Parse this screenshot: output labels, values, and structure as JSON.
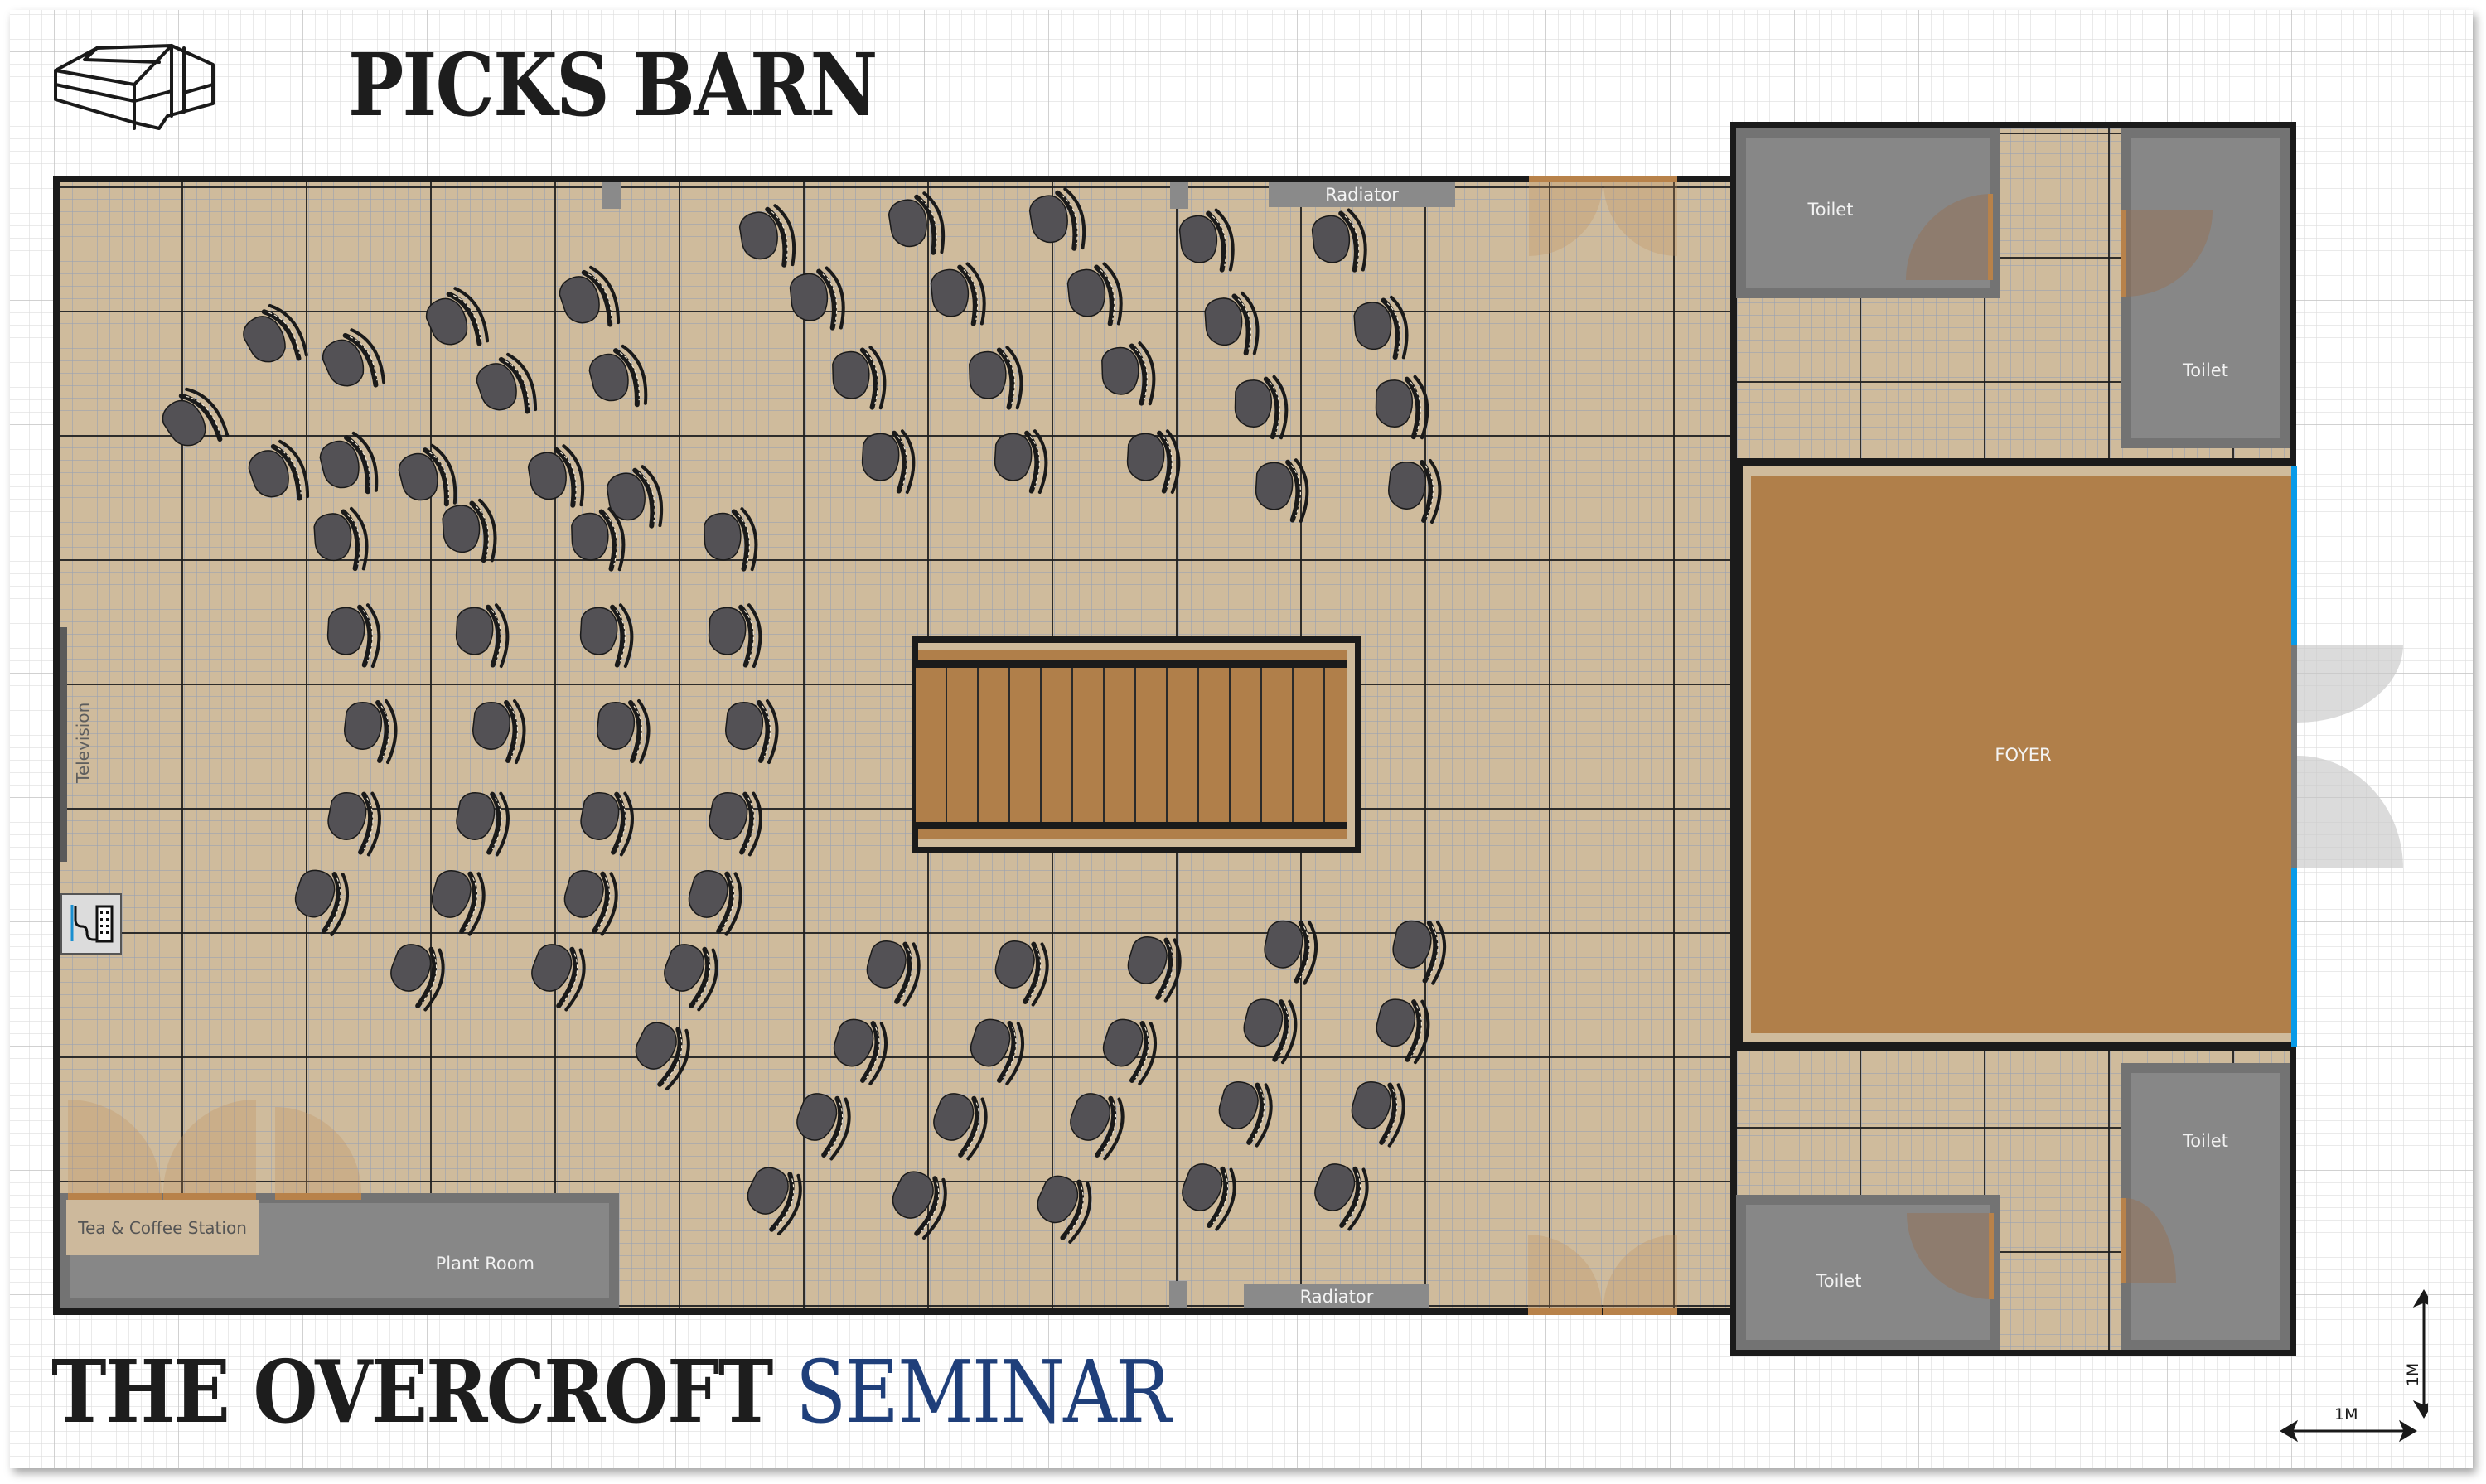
{
  "header": {
    "title": "PICKS BARN",
    "logo_icon": "barn-sketch-icon"
  },
  "footer": {
    "title_main": "THE OVERCROFT",
    "title_accent": "SEMINAR"
  },
  "rooms": {
    "toilet_top_left": "Toilet",
    "toilet_top_right": "Toilet",
    "toilet_bottom_left": "Toilet",
    "toilet_bottom_right": "Toilet",
    "foyer": "FOYER",
    "plant_room": "Plant Room",
    "tea_coffee": "Tea & Coffee Station"
  },
  "fixtures": {
    "radiator_top": "Radiator",
    "radiator_bottom": "Radiator",
    "television": "Television",
    "socket_icon": "power-socket-icon"
  },
  "scale": {
    "horizontal": "1M",
    "vertical": "1M"
  },
  "colors": {
    "floor": "#cfbb9c",
    "wall": "#1b1b1b",
    "room_grey": "#878787",
    "foyer": "#b07f4a",
    "door": "#b8824a",
    "glass": "#0a9be8",
    "chair": "#535155",
    "accent_title": "#1f3f7a"
  },
  "seating": {
    "chair_count": 84,
    "layout": "curved arcs facing central stage"
  }
}
